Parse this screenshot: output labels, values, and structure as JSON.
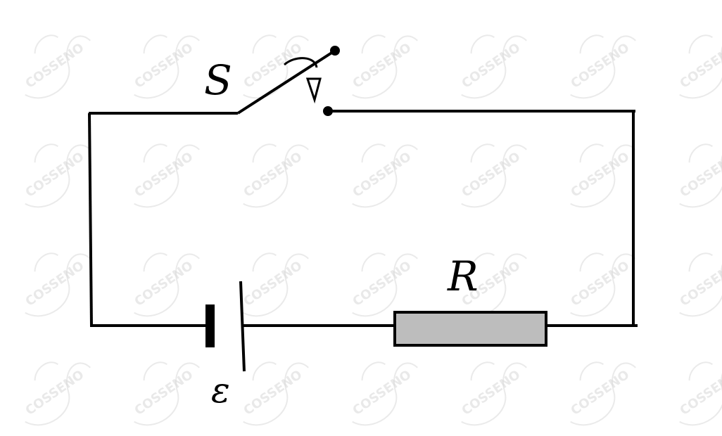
{
  "diagram": {
    "switch_label": "S",
    "resistor_label": "R",
    "emf_label": "ε",
    "watermark_text": "COSSENO"
  },
  "colors": {
    "wire": "#000000",
    "resistor_fill": "#bdbdbd",
    "watermark": "#d8d8d8",
    "background": "#ffffff"
  }
}
